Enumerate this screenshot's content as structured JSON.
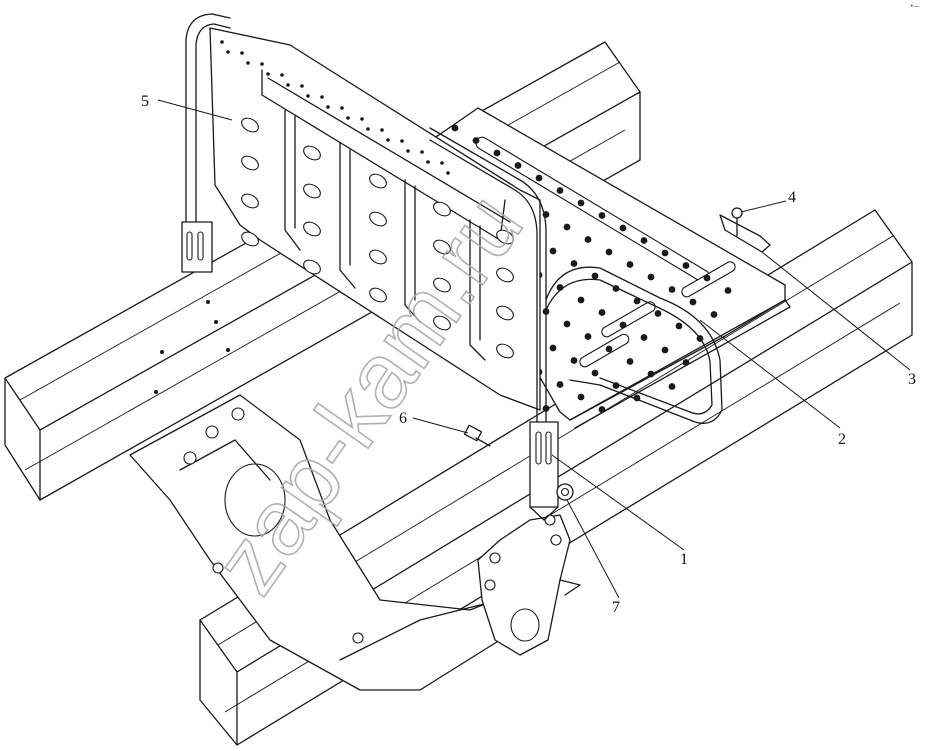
{
  "watermark": "zap-kam.ru",
  "corner_mark": "•—",
  "callouts": [
    "1",
    "2",
    "3",
    "4",
    "5",
    "6",
    "7"
  ]
}
